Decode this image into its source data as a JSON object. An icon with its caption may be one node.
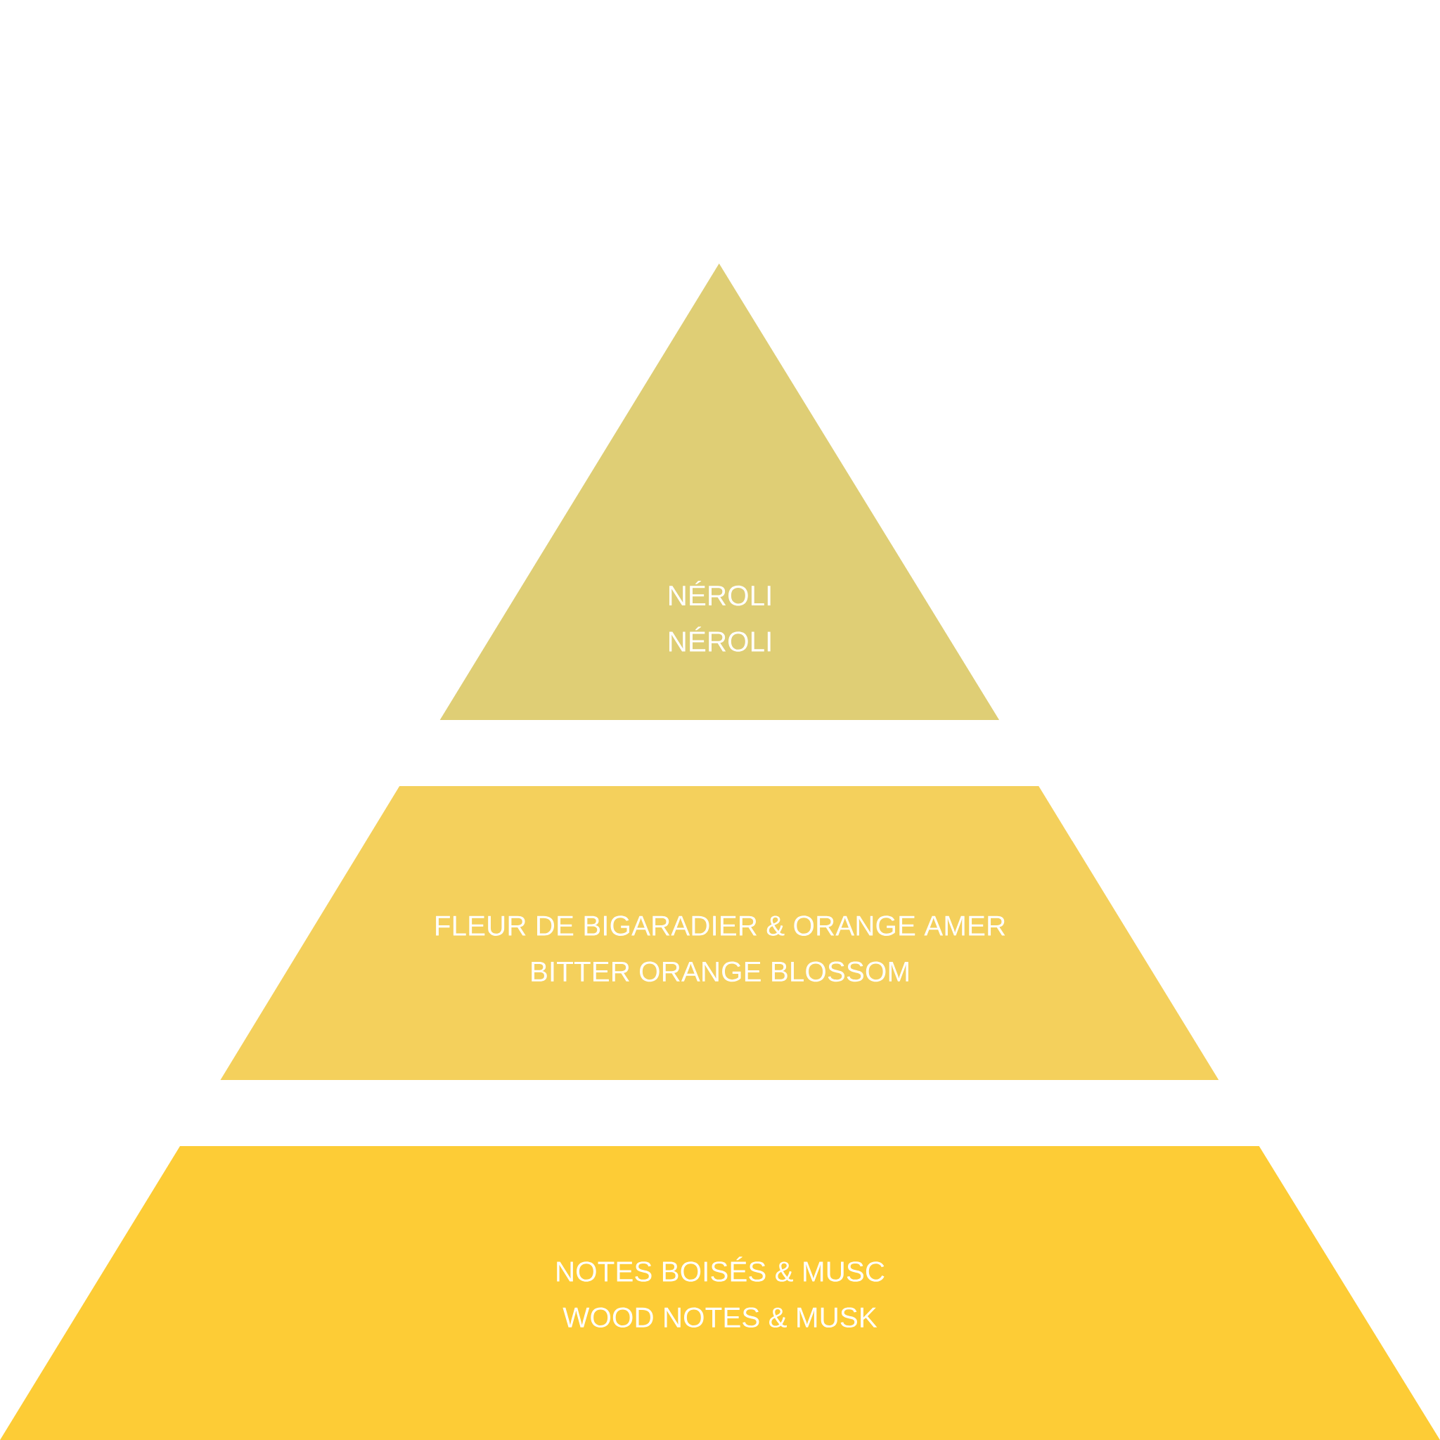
{
  "diagram": {
    "nodes": [
      {
        "text": [
          "NÉROLI",
          "NÉROLI"
        ]
      },
      {
        "text": [
          "FLEUR DE BIGARADIER & ORANGE AMER",
          "BITTER ORANGE BLOSSOM"
        ]
      },
      {
        "text": [
          "NOTES BOISÉS & MUSC",
          "WOOD NOTES & MUSK"
        ]
      }
    ]
  }
}
